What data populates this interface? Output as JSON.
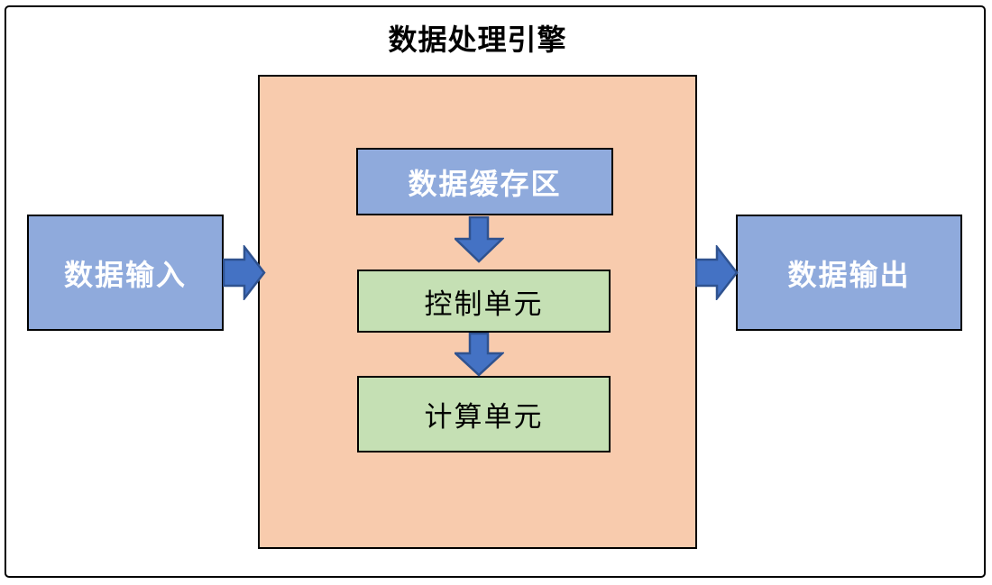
{
  "diagram": {
    "title": "数据处理引擎",
    "input_box": {
      "label": "数据输入"
    },
    "output_box": {
      "label": "数据输出"
    },
    "engine_container": {
      "buffer_box": {
        "label": "数据缓存区"
      },
      "control_box": {
        "label": "控制单元"
      },
      "compute_box": {
        "label": "计算单元"
      }
    },
    "arrows": [
      {
        "name": "input-to-engine",
        "direction": "right"
      },
      {
        "name": "buffer-to-control",
        "direction": "down"
      },
      {
        "name": "control-to-compute",
        "direction": "down"
      },
      {
        "name": "engine-to-output",
        "direction": "right"
      }
    ],
    "colors": {
      "box_blue": "#8FAADC",
      "box_green": "#C5E0B4",
      "container_orange": "#F8CBAD",
      "arrow_fill": "#4472C4",
      "arrow_stroke": "#2F528F",
      "border": "#000000",
      "text_dark": "#000000",
      "text_light": "#FFFFFF"
    }
  }
}
